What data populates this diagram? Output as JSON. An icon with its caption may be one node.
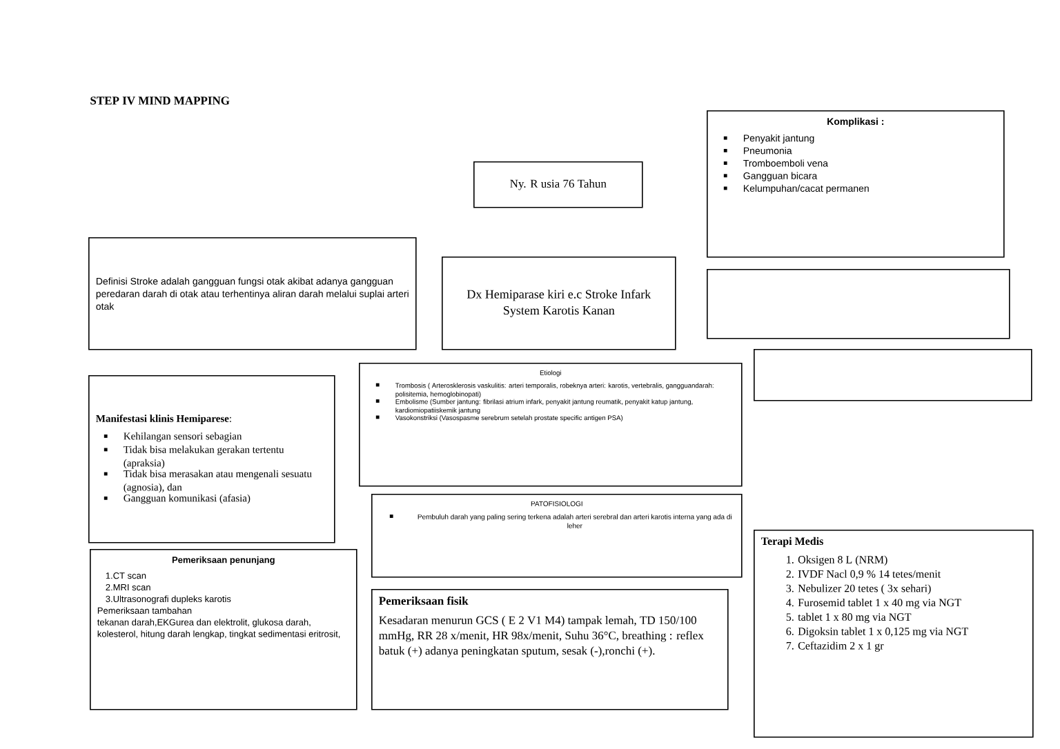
{
  "diagram": {
    "title": "STEP IV MIND MAPPING",
    "nodes": [
      {
        "text": [
          "Ny. R usia 76 Tahun"
        ]
      },
      {
        "text": [
          "Komplikasi :",
          "Penyakit jantung",
          "Pneumonia",
          "Tromboemboli vena",
          "Gangguan bicara",
          "Kelumpuhan/cacat permanen"
        ]
      },
      {
        "text": [
          "Definisi Stroke adalah gangguan fungsi otak akibat adanya gangguan peredaran darah di otak atau terhentinya aliran darah melalui suplai arteri otak"
        ]
      },
      {
        "text": [
          "Dx Hemiparase kiri e.c Stroke Infark System Karotis Kanan"
        ]
      },
      {
        "text": [],
        "shape": "box"
      },
      {
        "text": [],
        "shape": "box"
      },
      {
        "text": [
          "**Manifestasi klinis Hemiparese**:",
          "Kehilangan sensori sebagian",
          "Tidak bisa melakukan gerakan tertentu (apraksia)",
          "Tidak bisa merasakan atau mengenali sesuatu (agnosia), dan",
          "Gangguan komunikasi (afasia)"
        ]
      },
      {
        "text": [
          "Etiologi",
          "Trombosis ( Arterosklerosis vaskulitis: arteri temporalis, robeknya arteri: karotis, vertebralis, gangguandarah: polisitemia, hemoglobinopati)",
          "Embolisme (Sumber jantung: fibrilasi atrium infark, penyakit jantung reumatik, penyakit katup jantung, kardiomiopatiiskemik jantung",
          "Vasokonstriksi (Vasospasme serebrum setelah prostate specific antigen PSA)"
        ]
      },
      {
        "text": [
          "PATOFISIOLOGI",
          "Pembuluh darah yang paling sering terkena adalah arteri serebral dan arteri karotis interna yang ada di leher"
        ]
      },
      {
        "text": [
          "Pemeriksaan penunjang",
          "1.CT scan",
          "2.MRI scan",
          "3.Ultrasonografi dupleks karotis",
          "Pemeriksaan tambahan",
          "tekanan darah,EKGurea dan elektrolit, glukosa darah, kolesterol, hitung darah lengkap, tingkat sedimentasi eritrosit,"
        ]
      },
      {
        "text": [
          "Pemeriksaan fisik",
          "Kesadaran menurun GCS ( E 2 V1 M4) tampak lemah, TD 150/100 mmHg, RR 28 x/menit, HR 98x/menit, Suhu 36°C, breathing : reflex batuk (+) adanya peningkatan sputum, sesak (-),ronchi (+)."
        ]
      },
      {
        "text": [
          "Terapi Medis",
          "1. Oksigen 8 L (NRM)",
          "2. IVDF Nacl 0,9 % 14 tetes/menit",
          "3. Nebulizer 20 tetes ( 3x sehari)",
          "4. Furosemid tablet 1 x 40 mg via NGT",
          "5. tablet 1 x 80 mg via NGT",
          "6. Digoksin tablet 1 x 0,125 mg via NGT",
          "7. Ceftazidim 2 x 1 gr"
        ]
      }
    ]
  }
}
